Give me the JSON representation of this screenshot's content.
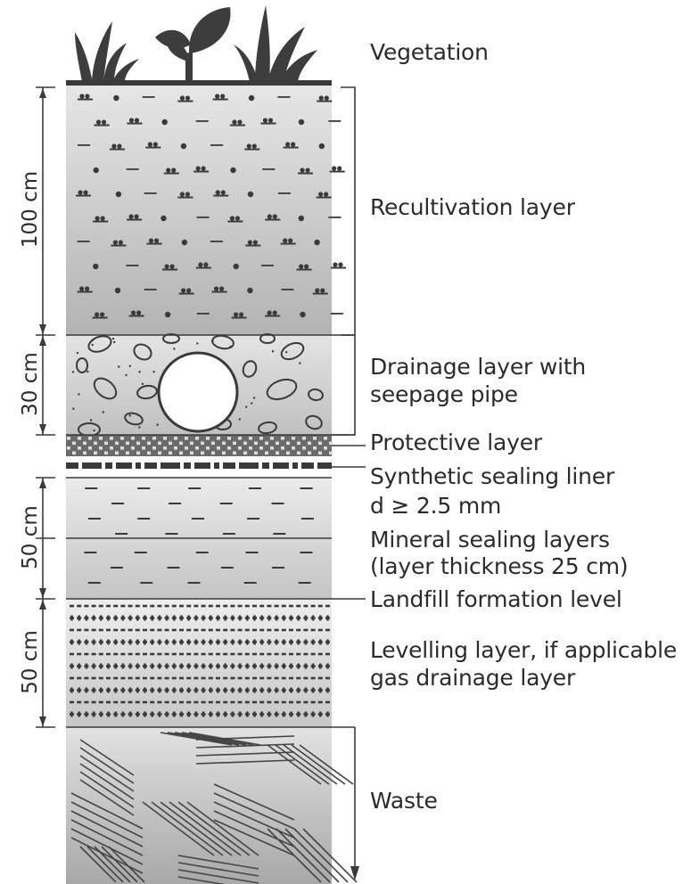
{
  "labels": {
    "vegetation": "Vegetation",
    "recultivation": "Recultivation layer",
    "drainage_line1": "Drainage layer with",
    "drainage_line2": "seepage pipe",
    "protective": "Protective layer",
    "synthetic_line1": "Synthetic sealing liner",
    "synthetic_line2": "d ≥ 2.5 mm",
    "mineral_line1": "Mineral sealing layers",
    "mineral_line2": "(layer thickness 25 cm)",
    "formation": "Landfill formation level",
    "levelling_line1": "Levelling layer, if applicable",
    "levelling_line2": "gas drainage layer",
    "waste": "Waste"
  },
  "dimensions": {
    "recultivation": "100 cm",
    "drainage": "30 cm",
    "mineral": "50 cm",
    "levelling": "50 cm"
  },
  "colors": {
    "ink": "#3a3a3a",
    "layer_light": "#ececec",
    "layer_dark": "#b5b5b5",
    "drainage_light": "#e4e4e4",
    "drainage_dark": "#c2c2c2"
  }
}
